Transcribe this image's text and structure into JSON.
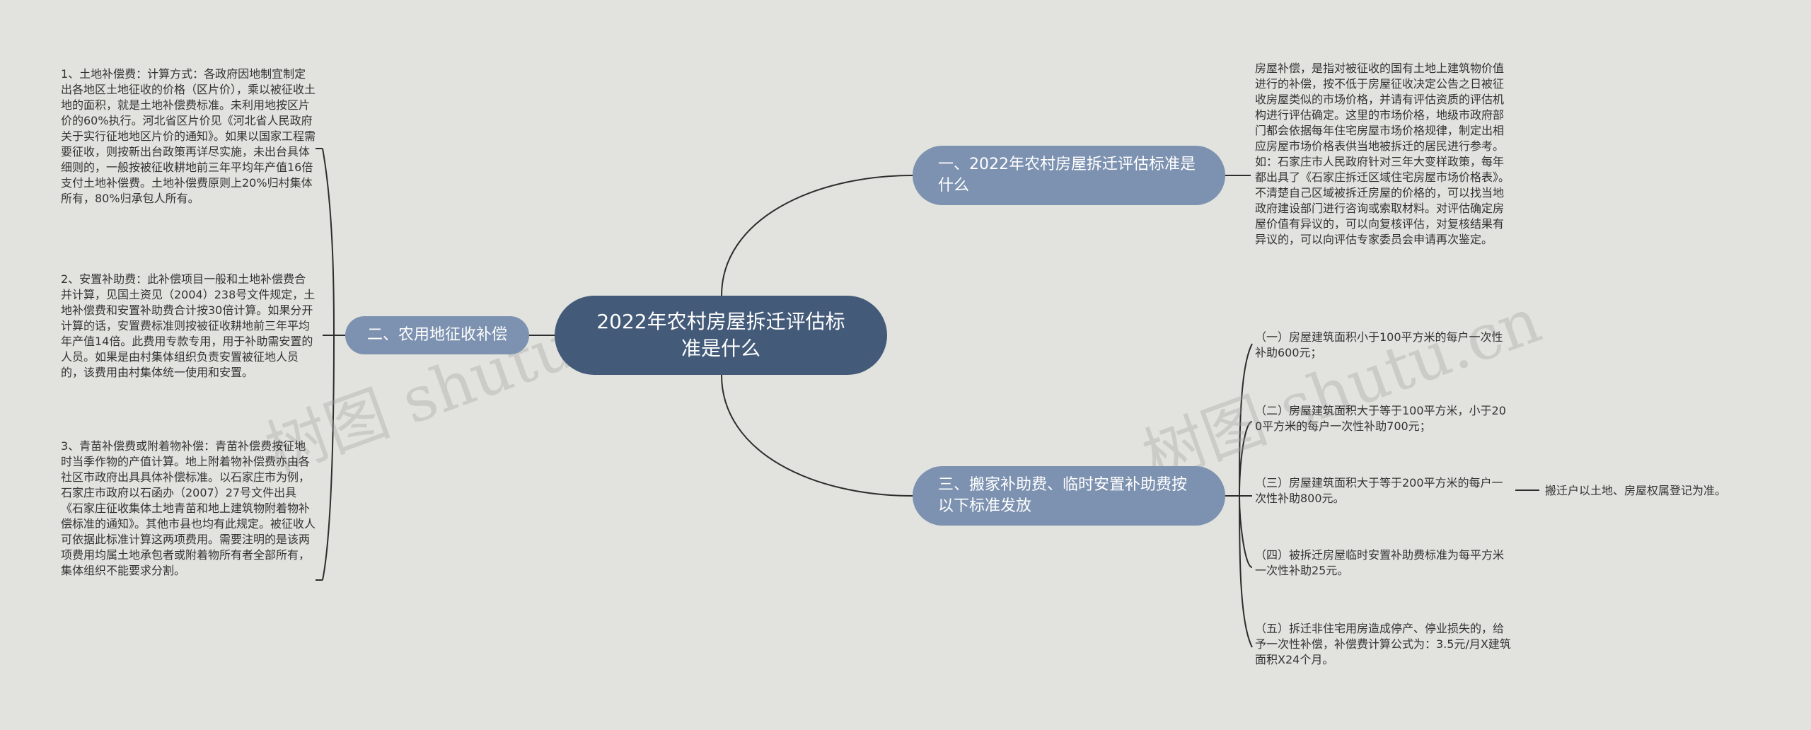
{
  "root": {
    "label": "2022年农村房屋拆迁评估标准是什么"
  },
  "branches": {
    "b1": {
      "label": "一、2022年农村房屋拆迁评估标准是什么",
      "text": "房屋补偿，是指对被征收的国有土地上建筑物价值进行的补偿，按不低于房屋征收决定公告之日被征收房屋类似的市场价格，并请有评估资质的评估机构进行评估确定。这里的市场价格，地级市政府部门都会依据每年住宅房屋市场价格规律，制定出相应房屋市场价格表供当地被拆迁的居民进行参考。如：石家庄市人民政府针对三年大变样政策，每年都出具了《石家庄拆迁区域住宅房屋市场价格表》。不清楚自己区域被拆迁房屋的价格的，可以找当地政府建设部门进行咨询或索取材料。对评估确定房屋价值有异议的，可以向复核评估，对复核结果有异议的，可以向评估专家委员会申请再次鉴定。"
    },
    "b2": {
      "label": "二、农用地征收补偿",
      "items": [
        "1、土地补偿费：计算方式：各政府因地制宜制定出各地区土地征收的价格（区片价），乘以被征收土地的面积，就是土地补偿费标准。未利用地按区片价的60%执行。河北省区片价见《河北省人民政府关于实行征地地区片价的通知》。如果以国家工程需要征收，则按新出台政策再详尽实施，未出台具体细则的，一般按被征收耕地前三年平均年产值16倍支付土地补偿费。土地补偿费原则上20%归村集体所有，80%归承包人所有。",
        "2、安置补助费：此补偿项目一般和土地补偿费合并计算，见国土资见（2004）238号文件规定，土地补偿费和安置补助费合计按30倍计算。如果分开计算的话，安置费标准则按被征收耕地前三年平均年产值14倍。此费用专款专用，用于补助需安置的人员。如果是由村集体组织负责安置被征地人员的，该费用由村集体统一使用和安置。",
        "3、青苗补偿费或附着物补偿：青苗补偿费按征地时当季作物的产值计算。地上附着物补偿费亦由各社区市政府出具具体补偿标准。以石家庄市为例，石家庄市政府以石函办（2007）27号文件出具《石家庄征收集体土地青苗和地上建筑物附着物补偿标准的通知》。其他市县也均有此规定。被征收人可依据此标准计算这两项费用。需要注明的是该两项费用均属土地承包者或附着物所有者全部所有，集体组织不能要求分割。"
      ]
    },
    "b3": {
      "label": "三、搬家补助费、临时安置补助费按以下标准发放",
      "items": [
        "（一）房屋建筑面积小于100平方米的每户一次性补助600元；",
        "（二）房屋建筑面积大于等于100平方米，小于200平方米的每户一次性补助700元；",
        "（三）房屋建筑面积大于等于200平方米的每户一次性补助800元。",
        "（四）被拆迁房屋临时安置补助费标准为每平方米一次性补助25元。",
        "（五）拆迁非住宅用房造成停产、停业损失的，给予一次性补偿，补偿费计算公式为：3.5元/月X建筑面积X24个月。"
      ],
      "sub_note": "搬迁户以土地、房屋权属登记为准。"
    }
  },
  "watermark": "树图 shutu.cn"
}
